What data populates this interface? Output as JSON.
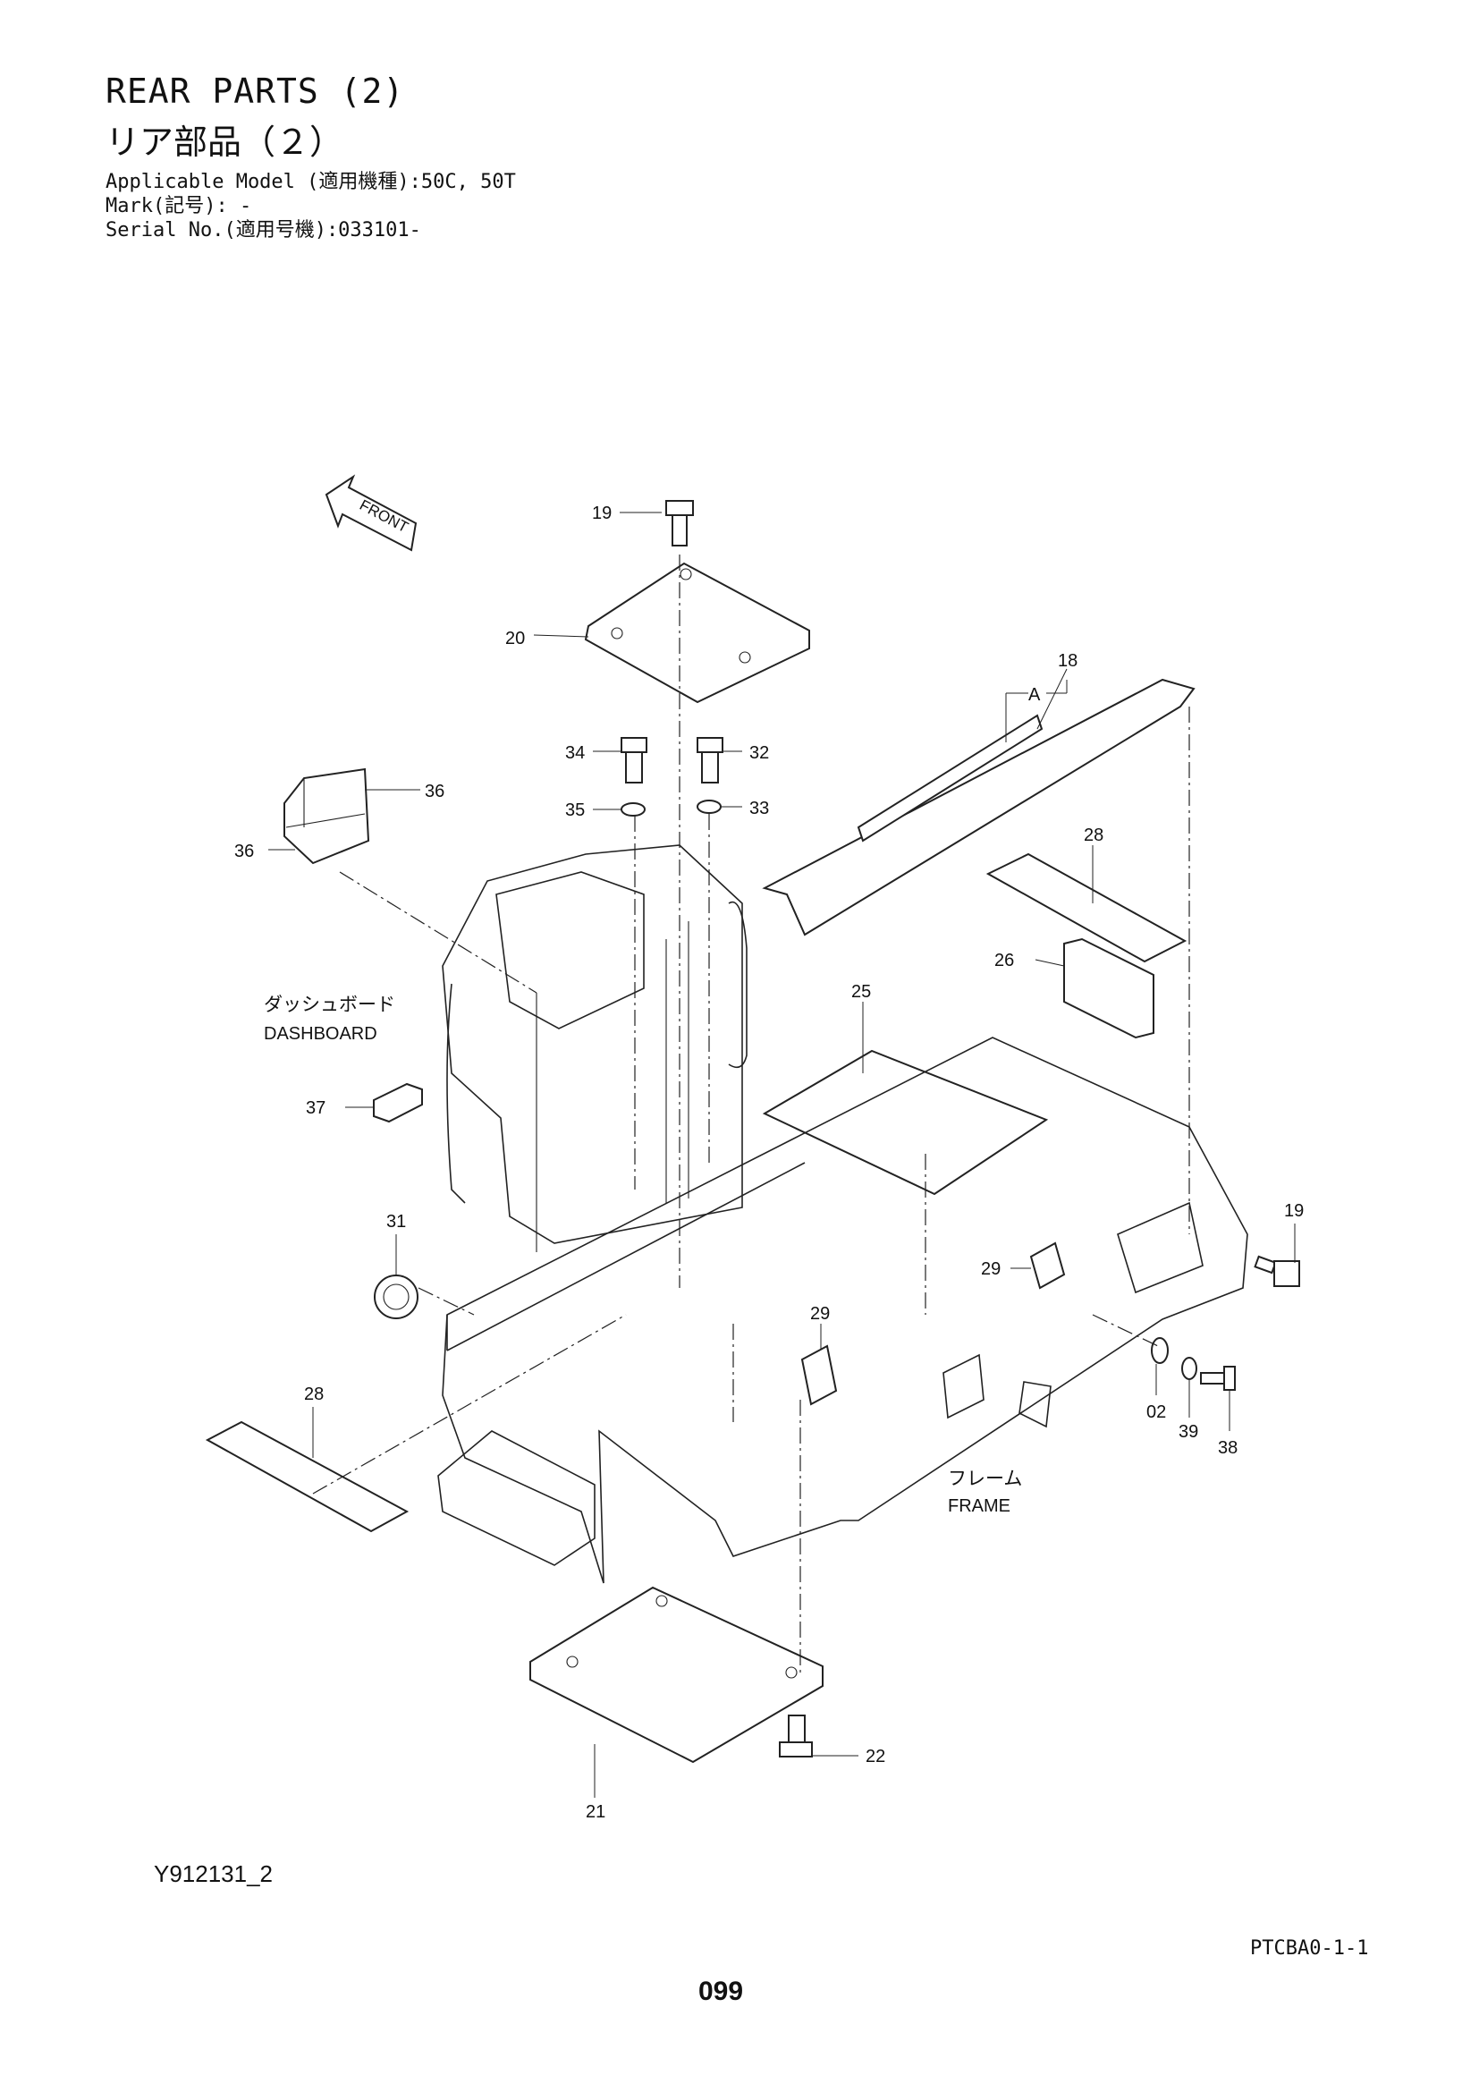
{
  "header": {
    "title_en": "REAR PARTS (2)",
    "title_ja": "リア部品（２）",
    "applicable_model": "Applicable Model (適用機種):50C, 50T",
    "mark": "Mark(記号): -",
    "serial_no": "Serial No.(適用号機):033101-"
  },
  "diagram": {
    "front_arrow_label": "FRONT",
    "dashboard_ja": "ダッシュボード",
    "dashboard_en": "DASHBOARD",
    "frame_ja": "フレーム",
    "frame_en": "FRAME",
    "detail_label": "A",
    "callouts": {
      "c19a": "19",
      "c20": "20",
      "c18": "18",
      "c34": "34",
      "c32": "32",
      "c35": "35",
      "c33": "33",
      "c36a": "36",
      "c36b": "36",
      "c28a": "28",
      "c26": "26",
      "c25": "25",
      "c37": "37",
      "c31": "31",
      "c19b": "19",
      "c29a": "29",
      "c29b": "29",
      "c28b": "28",
      "c02": "02",
      "c39": "39",
      "c38": "38",
      "c22": "22",
      "c21": "21"
    }
  },
  "footer": {
    "drawing_id": "Y912131_2",
    "page_code": "PTCBA0-1-1",
    "page_number": "099"
  }
}
